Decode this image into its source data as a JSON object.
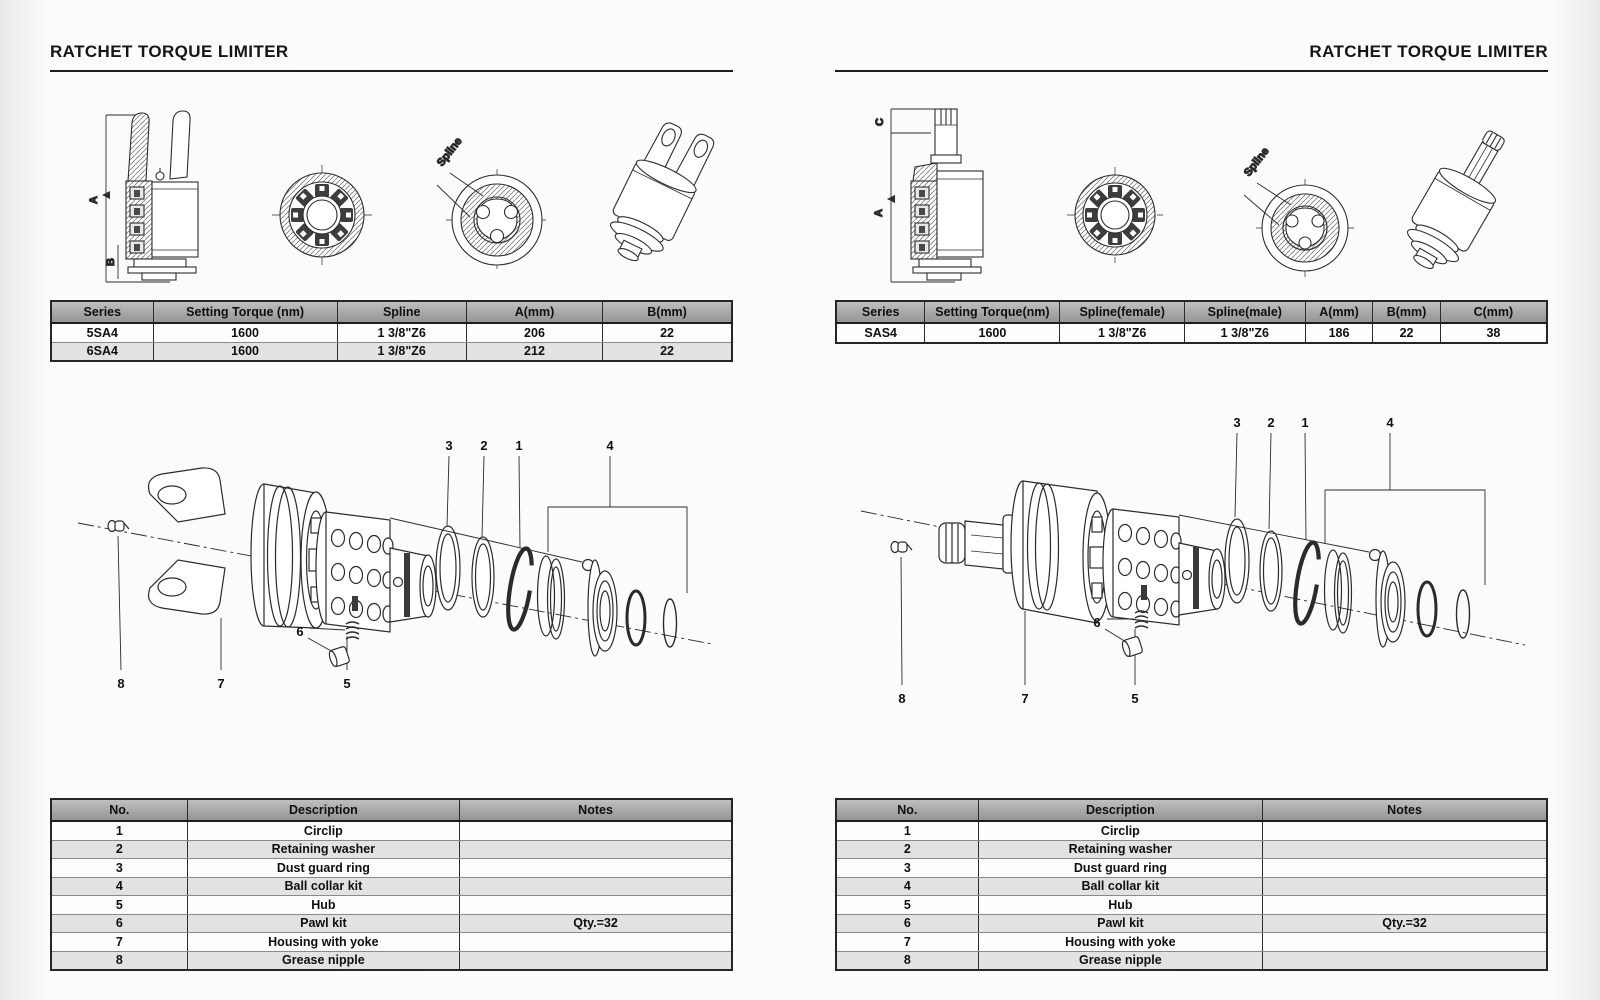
{
  "pages": {
    "left": {
      "title": "RATCHET TORQUE LIMITER",
      "spec_table": {
        "headers": [
          "Series",
          "Setting Torque (nm)",
          "Spline",
          "A(mm)",
          "B(mm)"
        ],
        "rows": [
          [
            "5SA4",
            "1600",
            "1 3/8\"Z6",
            "206",
            "22"
          ],
          [
            "6SA4",
            "1600",
            "1 3/8\"Z6",
            "212",
            "22"
          ]
        ]
      },
      "drawing_labels": {
        "spline_callout": "Spline",
        "dim_a": "A",
        "dim_b": "B"
      },
      "exploded_callouts": {
        "c1": "1",
        "c2": "2",
        "c3": "3",
        "c4": "4",
        "c5": "5",
        "c6": "6",
        "c7": "7",
        "c8": "8"
      },
      "parts_table": {
        "headers": [
          "No.",
          "Description",
          "Notes"
        ],
        "rows": [
          [
            "1",
            "Circlip",
            ""
          ],
          [
            "2",
            "Retaining washer",
            ""
          ],
          [
            "3",
            "Dust guard ring",
            ""
          ],
          [
            "4",
            "Ball collar kit",
            ""
          ],
          [
            "5",
            "Hub",
            ""
          ],
          [
            "6",
            "Pawl kit",
            "Qty.=32"
          ],
          [
            "7",
            "Housing with yoke",
            ""
          ],
          [
            "8",
            "Grease nipple",
            ""
          ]
        ]
      }
    },
    "right": {
      "title": "RATCHET TORQUE LIMITER",
      "spec_table": {
        "headers": [
          "Series",
          "Setting Torque(nm)",
          "Spline(female)",
          "Spline(male)",
          "A(mm)",
          "B(mm)",
          "C(mm)"
        ],
        "rows": [
          [
            "SAS4",
            "1600",
            "1 3/8\"Z6",
            "1 3/8\"Z6",
            "186",
            "22",
            "38"
          ]
        ]
      },
      "drawing_labels": {
        "spline_callout": "Spline",
        "dim_a": "A",
        "dim_c": "C"
      },
      "exploded_callouts": {
        "c1": "1",
        "c2": "2",
        "c3": "3",
        "c4": "4",
        "c5": "5",
        "c6": "6",
        "c7": "7",
        "c8": "8"
      },
      "parts_table": {
        "headers": [
          "No.",
          "Description",
          "Notes"
        ],
        "rows": [
          [
            "1",
            "Circlip",
            ""
          ],
          [
            "2",
            "Retaining washer",
            ""
          ],
          [
            "3",
            "Dust guard ring",
            ""
          ],
          [
            "4",
            "Ball collar kit",
            ""
          ],
          [
            "5",
            "Hub",
            ""
          ],
          [
            "6",
            "Pawl kit",
            "Qty.=32"
          ],
          [
            "7",
            "Housing with yoke",
            ""
          ],
          [
            "8",
            "Grease nipple",
            ""
          ]
        ]
      }
    }
  },
  "colors": {
    "header_bg": "#a8a8a8",
    "row_alt_bg": "#e2e2e2",
    "line": "#2b2b2b",
    "text": "#111111"
  }
}
